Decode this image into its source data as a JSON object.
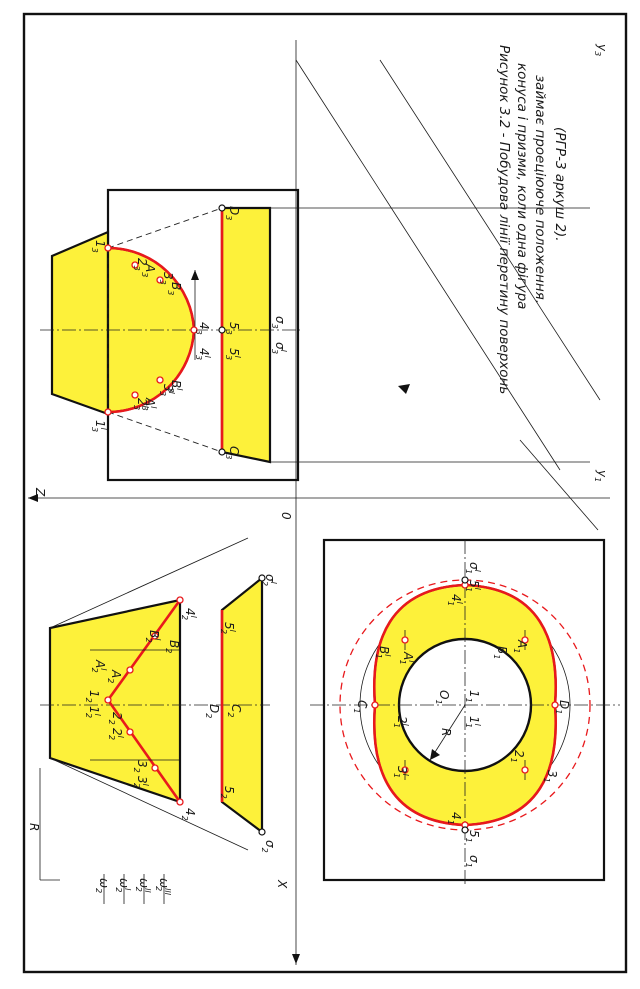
{
  "caption": {
    "line1": "Рисунок 3.2 - Побудова лінії перетину поверхонь",
    "line2": "конуса і призми, коли одна фігура",
    "line3": "займає проеціююче положення.",
    "line4": "(РГР-3 аркуш 2)."
  },
  "axes": {
    "x": "X",
    "z": "Z",
    "origin": "0",
    "y1": "y",
    "y1_sub": "1",
    "y3": "y",
    "y3_sub": "3"
  },
  "radius_label": "R",
  "legend": [
    {
      "base": "ω",
      "sub": "2",
      "sup": ""
    },
    {
      "base": "ω",
      "sub": "2",
      "sup": "I"
    },
    {
      "base": "ω",
      "sub": "2",
      "sup": "II"
    },
    {
      "base": "ω",
      "sub": "2",
      "sup": "III"
    }
  ],
  "front_view": [
    {
      "t": "1",
      "s": "2",
      "p": "I"
    },
    {
      "t": "1",
      "s": "2",
      "p": ""
    },
    {
      "t": "2",
      "s": "2",
      "p": "I"
    },
    {
      "t": "2",
      "s": "2",
      "p": ""
    },
    {
      "t": "3",
      "s": "2",
      "p": "I"
    },
    {
      "t": "3",
      "s": "2",
      "p": ""
    },
    {
      "t": "4",
      "s": "2",
      "p": ""
    },
    {
      "t": "4",
      "s": "2",
      "p": "I"
    },
    {
      "t": "5",
      "s": "2",
      "p": ""
    },
    {
      "t": "5",
      "s": "2",
      "p": "I"
    },
    {
      "t": "A",
      "s": "2",
      "p": ""
    },
    {
      "t": "A",
      "s": "2",
      "p": "I"
    },
    {
      "t": "B",
      "s": "2",
      "p": ""
    },
    {
      "t": "B",
      "s": "2",
      "p": "I"
    },
    {
      "t": "C",
      "s": "2",
      "p": ""
    },
    {
      "t": "D",
      "s": "2",
      "p": ""
    },
    {
      "t": "σ",
      "s": "2",
      "p": ""
    },
    {
      "t": "σ",
      "s": "2",
      "p": "I"
    }
  ],
  "side_view": [
    {
      "t": "1",
      "s": "3",
      "p": ""
    },
    {
      "t": "1",
      "s": "3",
      "p": "I"
    },
    {
      "t": "2",
      "s": "3",
      "p": ""
    },
    {
      "t": "2",
      "s": "3",
      "p": "I"
    },
    {
      "t": "3",
      "s": "3",
      "p": ""
    },
    {
      "t": "3",
      "s": "3",
      "p": "I"
    },
    {
      "t": "4",
      "s": "3",
      "p": ""
    },
    {
      "t": "4",
      "s": "3",
      "p": "I"
    },
    {
      "t": "5",
      "s": "3",
      "p": ""
    },
    {
      "t": "5",
      "s": "3",
      "p": "I"
    },
    {
      "t": "A",
      "s": "3",
      "p": ""
    },
    {
      "t": "A",
      "s": "3",
      "p": "I"
    },
    {
      "t": "B",
      "s": "3",
      "p": ""
    },
    {
      "t": "B",
      "s": "3",
      "p": "I"
    },
    {
      "t": "C",
      "s": "3",
      "p": ""
    },
    {
      "t": "D",
      "s": "3",
      "p": ""
    },
    {
      "t": "σ",
      "s": "3",
      "p": ""
    },
    {
      "t": "σ",
      "s": "3",
      "p": "I"
    }
  ],
  "top_view": [
    {
      "t": "1",
      "s": "1",
      "p": ""
    },
    {
      "t": "1",
      "s": "1",
      "p": "I"
    },
    {
      "t": "2",
      "s": "1",
      "p": ""
    },
    {
      "t": "2",
      "s": "1",
      "p": "I"
    },
    {
      "t": "3",
      "s": "1",
      "p": ""
    },
    {
      "t": "3",
      "s": "1",
      "p": "I"
    },
    {
      "t": "4",
      "s": "1",
      "p": ""
    },
    {
      "t": "4",
      "s": "1",
      "p": "I"
    },
    {
      "t": "5",
      "s": "1",
      "p": ""
    },
    {
      "t": "5",
      "s": "1",
      "p": "I"
    },
    {
      "t": "A",
      "s": "1",
      "p": ""
    },
    {
      "t": "A",
      "s": "1",
      "p": "I"
    },
    {
      "t": "B",
      "s": "1",
      "p": ""
    },
    {
      "t": "B",
      "s": "1",
      "p": "I"
    },
    {
      "t": "C",
      "s": "1",
      "p": ""
    },
    {
      "t": "D",
      "s": "1",
      "p": ""
    },
    {
      "t": "O",
      "s": "1",
      "p": ""
    },
    {
      "t": "σ",
      "s": "1",
      "p": ""
    },
    {
      "t": "σ",
      "s": "1",
      "p": "I"
    }
  ],
  "colors": {
    "fill": "#fdf13a",
    "intersection": "#e8191c",
    "line": "#111111"
  }
}
